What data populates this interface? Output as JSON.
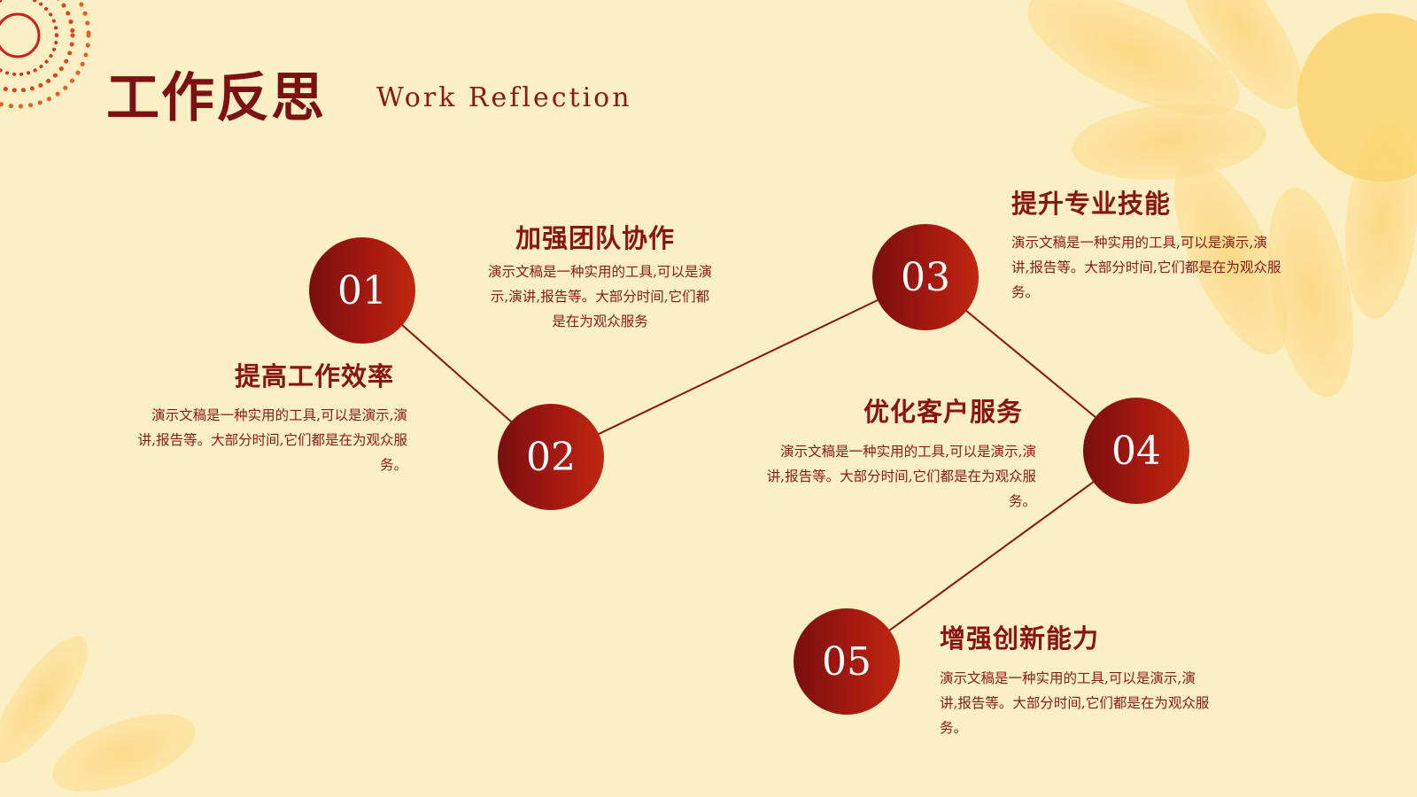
{
  "header": {
    "title": "工作反思",
    "subtitle": "Work Reflection"
  },
  "colors": {
    "background": "#fdefc4",
    "accent": "#8a1412",
    "circle_gradient_start": "#7a0e10",
    "circle_gradient_end": "#bf2710",
    "petal": "#fbd982"
  },
  "steps": [
    {
      "number": "01",
      "heading": "提高工作效率",
      "desc_lines": [
        "演示文稿是一种实用的工具,可以是演示,演",
        "讲,报告等。大部分时间,它们都是在为观众服",
        "务。"
      ]
    },
    {
      "number": "02",
      "heading": "加强团队协作",
      "desc_lines": [
        "演示文稿是一种实用的工具,可以是演",
        "示,演讲,报告等。大部分时间,它们都",
        "是在为观众服务"
      ]
    },
    {
      "number": "03",
      "heading": "提升专业技能",
      "desc_lines": [
        "演示文稿是一种实用的工具,可以是演示,演",
        "讲,报告等。大部分时间,它们都是在为观众服",
        "务。"
      ]
    },
    {
      "number": "04",
      "heading": "优化客户服务",
      "desc_lines": [
        "演示文稿是一种实用的工具,可以是演示,演",
        "讲,报告等。大部分时间,它们都是在为观众服",
        "务。"
      ]
    },
    {
      "number": "05",
      "heading": "增强创新能力",
      "desc_lines": [
        "演示文稿是一种实用的工具,可以是演示,演",
        "讲,报告等。大部分时间,它们都是在为观众服",
        "务。"
      ]
    }
  ]
}
